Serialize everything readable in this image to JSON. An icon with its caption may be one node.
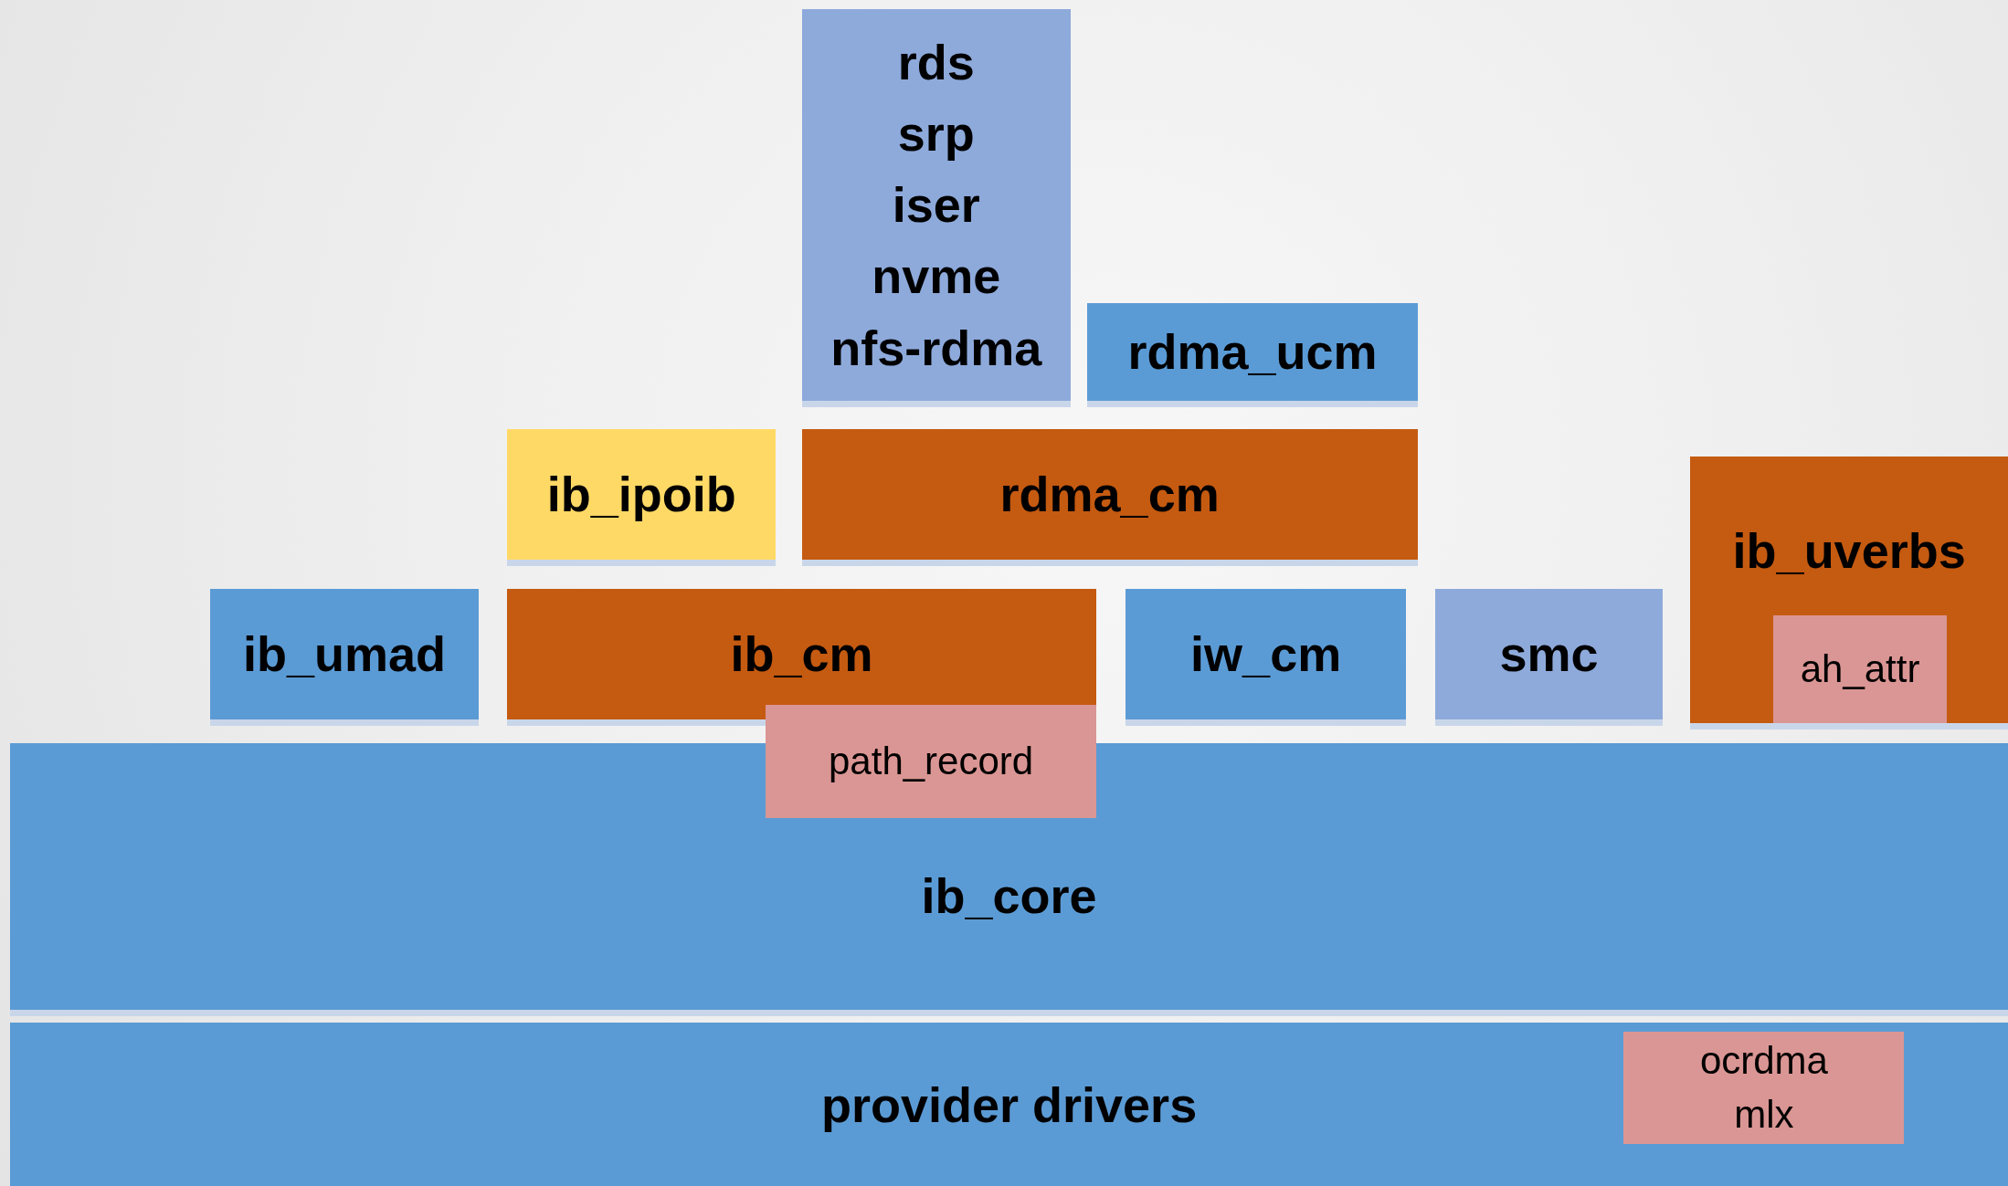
{
  "diagram": {
    "nodes": [
      {
        "text": [
          "rds",
          "srp",
          "iser",
          "nvme",
          "nfs-rdma"
        ]
      },
      {
        "text": [
          "rdma_ucm"
        ]
      },
      {
        "text": [
          "ib_ipoib"
        ]
      },
      {
        "text": [
          "rdma_cm"
        ]
      },
      {
        "text": [
          "ib_uverbs"
        ]
      },
      {
        "text": [
          "ah_attr"
        ],
        "in": 4
      },
      {
        "text": [
          "ib_umad"
        ]
      },
      {
        "text": [
          "ib_cm"
        ]
      },
      {
        "text": [
          "iw_cm"
        ]
      },
      {
        "text": [
          "smc"
        ]
      },
      {
        "text": [
          "path_record"
        ]
      },
      {
        "text": [
          "ib_core"
        ]
      },
      {
        "text": [
          "provider drivers"
        ]
      },
      {
        "text": [
          "ocrdma",
          "mlx"
        ],
        "in": 12
      }
    ],
    "edges": []
  }
}
